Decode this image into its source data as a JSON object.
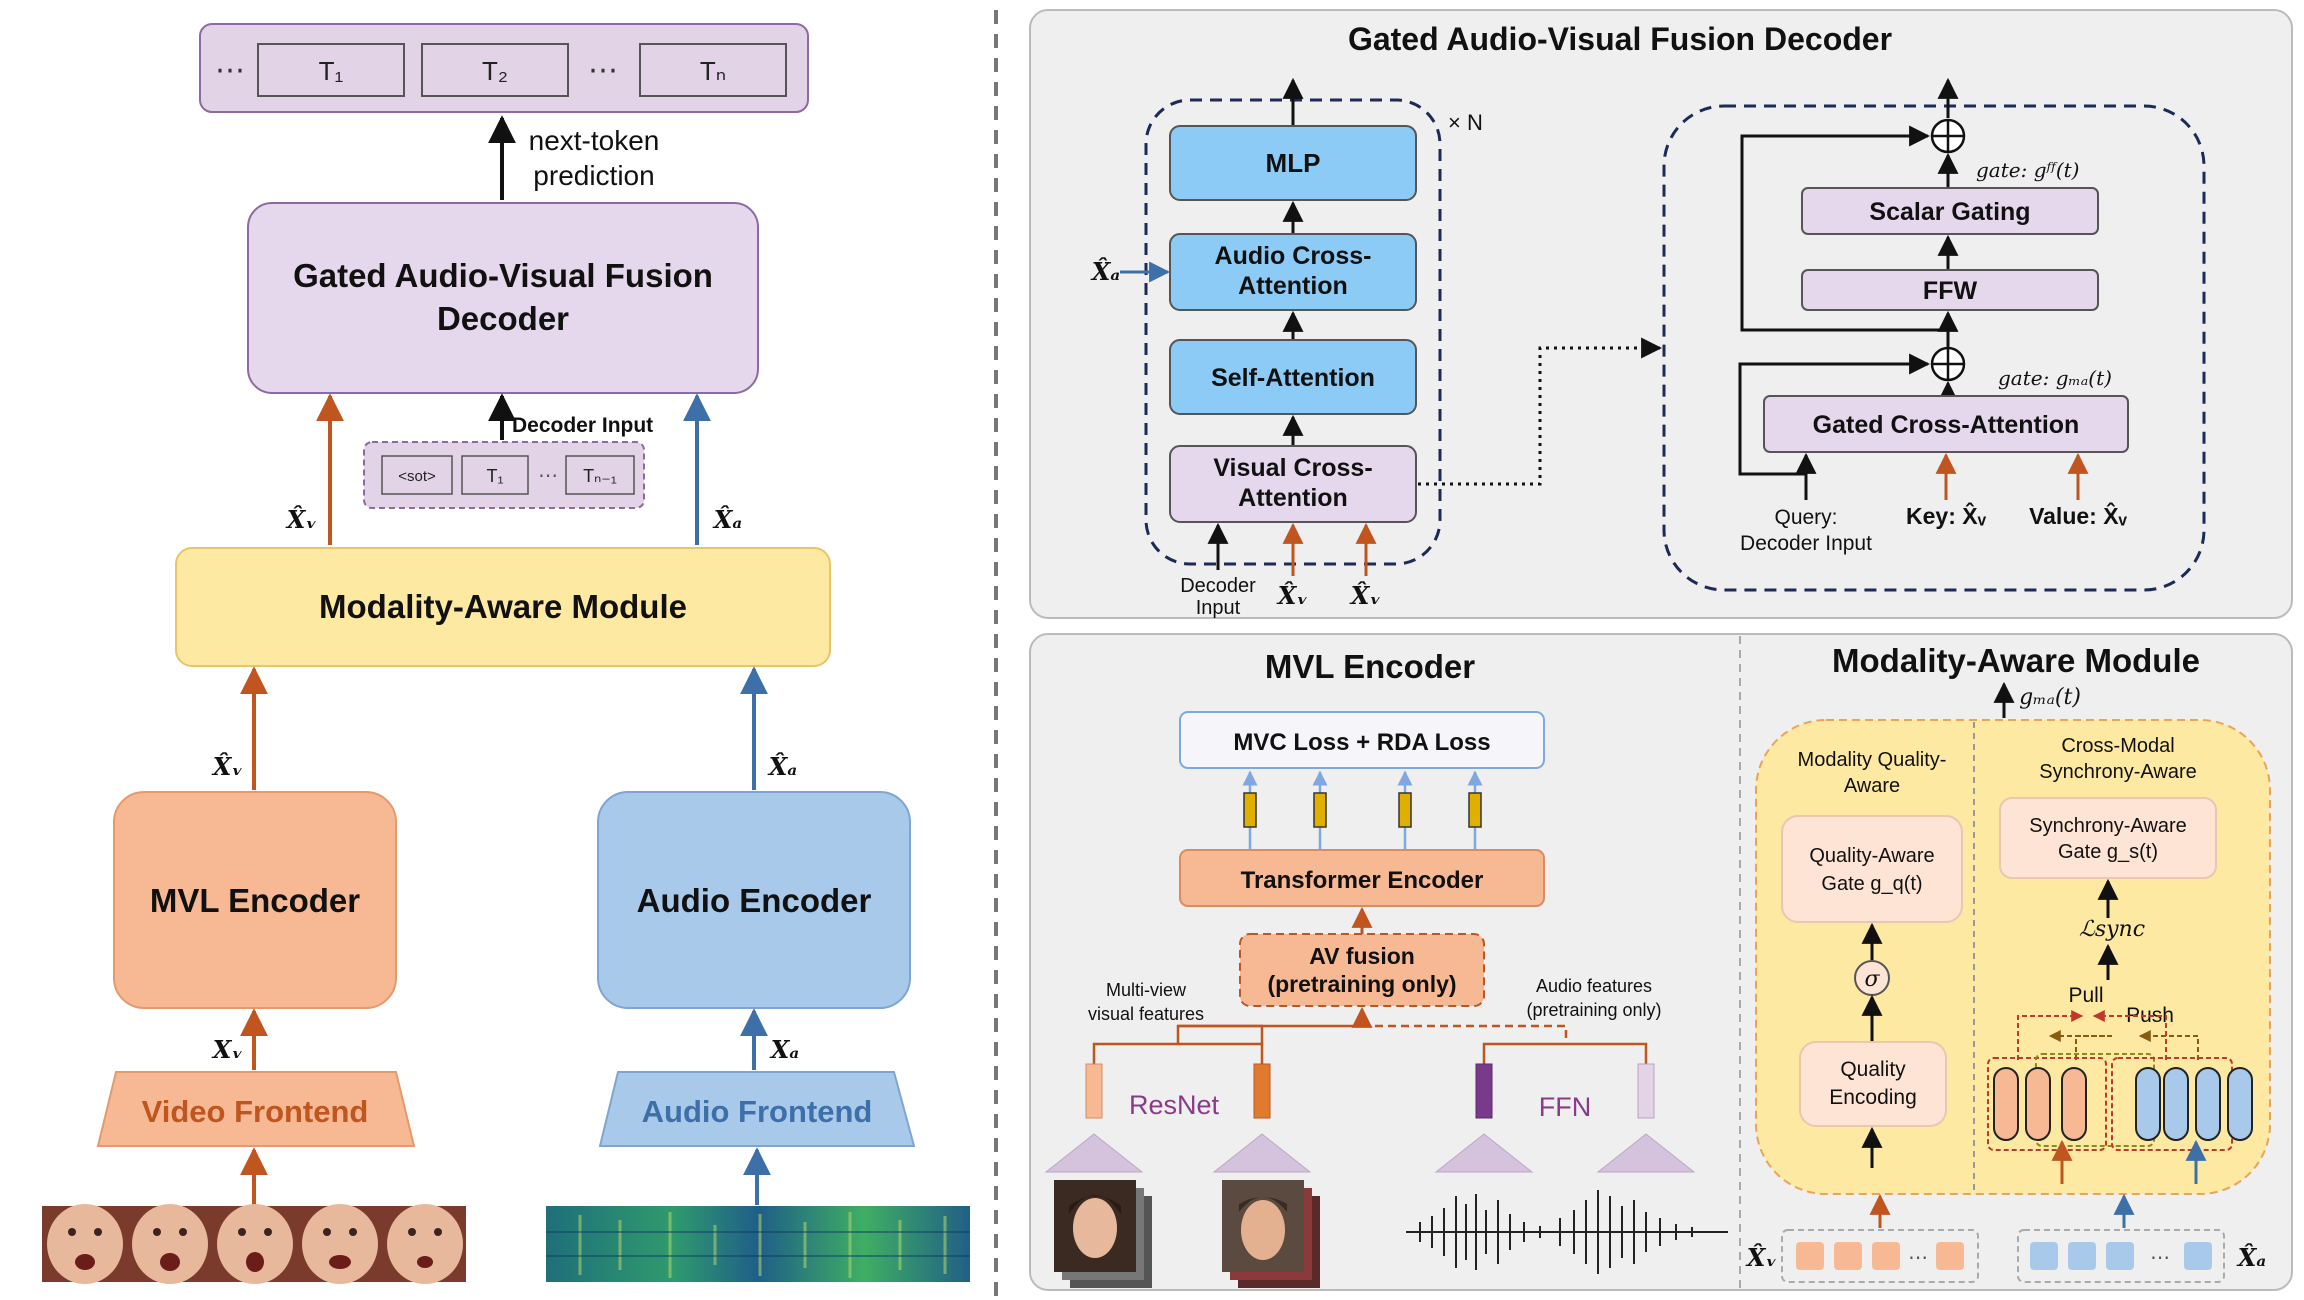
{
  "left": {
    "tokens": [
      "⋯",
      "T₁",
      "T₂",
      "⋯",
      "Tₙ"
    ],
    "next_token": [
      "next-token",
      "prediction"
    ],
    "decoder": [
      "Gated Audio-Visual Fusion",
      "Decoder"
    ],
    "decoder_input_label": "Decoder Input",
    "decoder_input_tokens": [
      "<sot>",
      "T₁",
      "⋯",
      "Tₙ₋₁"
    ],
    "xv_hat": "X̂ᵥ",
    "xa_hat": "X̂ₐ",
    "xv": "Xᵥ",
    "xa": "Xₐ",
    "modality_aware": "Modality-Aware Module",
    "mvl_encoder": "MVL Encoder",
    "audio_encoder": "Audio Encoder",
    "video_frontend": "Video Frontend",
    "audio_frontend": "Audio Frontend"
  },
  "decoder_panel": {
    "title": "Gated Audio-Visual Fusion  Decoder",
    "times_n": "× N",
    "mlp": "MLP",
    "audio_cross": [
      "Audio Cross-",
      "Attention"
    ],
    "self_attention": "Self-Attention",
    "visual_cross": [
      "Visual Cross-",
      "Attention"
    ],
    "decoder_input": [
      "Decoder",
      "Input"
    ],
    "xa_hat": "X̂ₐ",
    "xv_hat": "X̂ᵥ",
    "gate_ff": "gate: gᶠᶠ(t)",
    "scalar_gating": "Scalar Gating",
    "ffw": "FFW",
    "gate_ma": "gate: gₘₐ(t)",
    "gated_cross": "Gated Cross-Attention",
    "query": [
      "Query:",
      "Decoder Input"
    ],
    "key": "Key: X̂ᵥ",
    "value": "Value: X̂ᵥ"
  },
  "mvl_panel": {
    "title": "MVL Encoder",
    "loss": "MVC Loss + RDA Loss",
    "transformer": "Transformer Encoder",
    "av_fusion": [
      "AV fusion",
      "(pretraining only)"
    ],
    "multi_view": [
      "Multi-view",
      "visual features"
    ],
    "audio_features": [
      "Audio features",
      "(pretraining only)"
    ],
    "resnet": "ResNet",
    "ffn": "FFN"
  },
  "mam_panel": {
    "title": "Modality-Aware Module",
    "gma": "gₘₐ(t)",
    "quality_aware": [
      "Modality Quality-",
      "Aware"
    ],
    "cross_modal": [
      "Cross-Modal",
      "Synchrony-Aware"
    ],
    "quality_gate": [
      "Quality-Aware",
      "Gate g_q(t)"
    ],
    "sync_gate": [
      "Synchrony-Aware",
      "Gate g_s(t)"
    ],
    "sigma": "σ",
    "l_sync": "ℒsync",
    "pull": "Pull",
    "push": "Push",
    "quality_encoding": [
      "Quality",
      "Encoding"
    ],
    "xv_hat": "X̂ᵥ",
    "xa_hat": "X̂ₐ",
    "dots": "⋯"
  },
  "colors": {
    "orange": "#c0551f",
    "blue": "#3d6fa8",
    "purple_fill": "#e6d8ec",
    "purple_stroke": "#8e6aa3",
    "yellow_fill": "#fde9a2",
    "blue_box": "#8ccbf5",
    "orange_box": "#f6b993",
    "audio_box": "#a9c9ea",
    "navy": "#1c2b55"
  }
}
